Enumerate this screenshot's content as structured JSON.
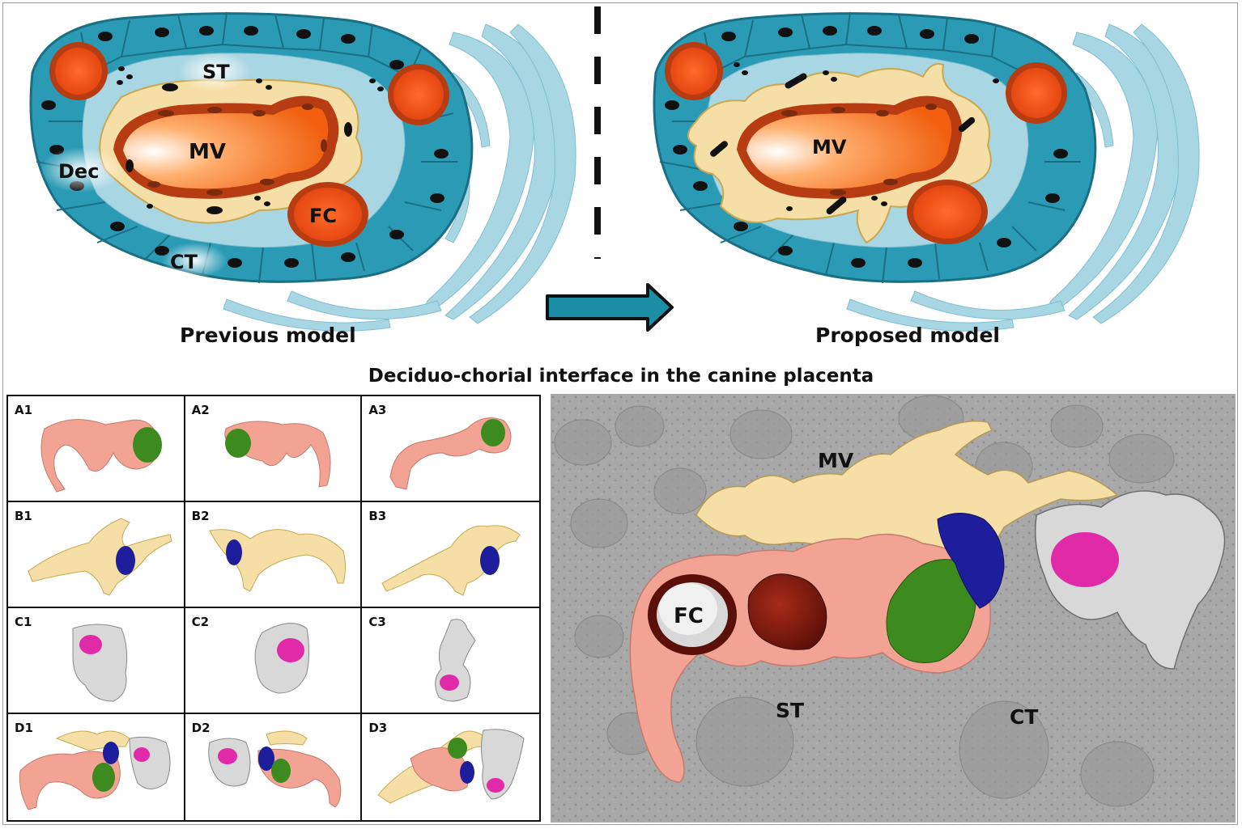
{
  "top": {
    "left_caption": "Previous model",
    "right_caption": "Proposed model",
    "left_labels": {
      "st": "ST",
      "mv": "MV",
      "dec": "Dec",
      "fc": "FC",
      "ct": "CT"
    },
    "right_labels": {
      "mv": "MV"
    }
  },
  "title": "Deciduo-chorial interface in the canine placenta",
  "panels": [
    {
      "label": "A1"
    },
    {
      "label": "A2"
    },
    {
      "label": "A3"
    },
    {
      "label": "B1"
    },
    {
      "label": "B2"
    },
    {
      "label": "B3"
    },
    {
      "label": "C1"
    },
    {
      "label": "C2"
    },
    {
      "label": "C3"
    },
    {
      "label": "D1"
    },
    {
      "label": "D2"
    },
    {
      "label": "D3"
    }
  ],
  "em": {
    "mv": "MV",
    "fc": "FC",
    "st": "ST",
    "ct": "CT"
  },
  "colors": {
    "decidua_blue": "#2b9bb5",
    "light_blue": "#a9d6e3",
    "syncytium_cream": "#f6dfa6",
    "capillary_orange": "#e8501a",
    "capillary_rim": "#b83c12",
    "cell_pink": "#f2a394",
    "nucleus_green": "#3d8a1f",
    "nucleus_blue": "#1e1e9c",
    "nucleus_magenta": "#e02aa8",
    "grey_cell": "#d8d8d8",
    "arrow_teal": "#1b8ea6"
  }
}
